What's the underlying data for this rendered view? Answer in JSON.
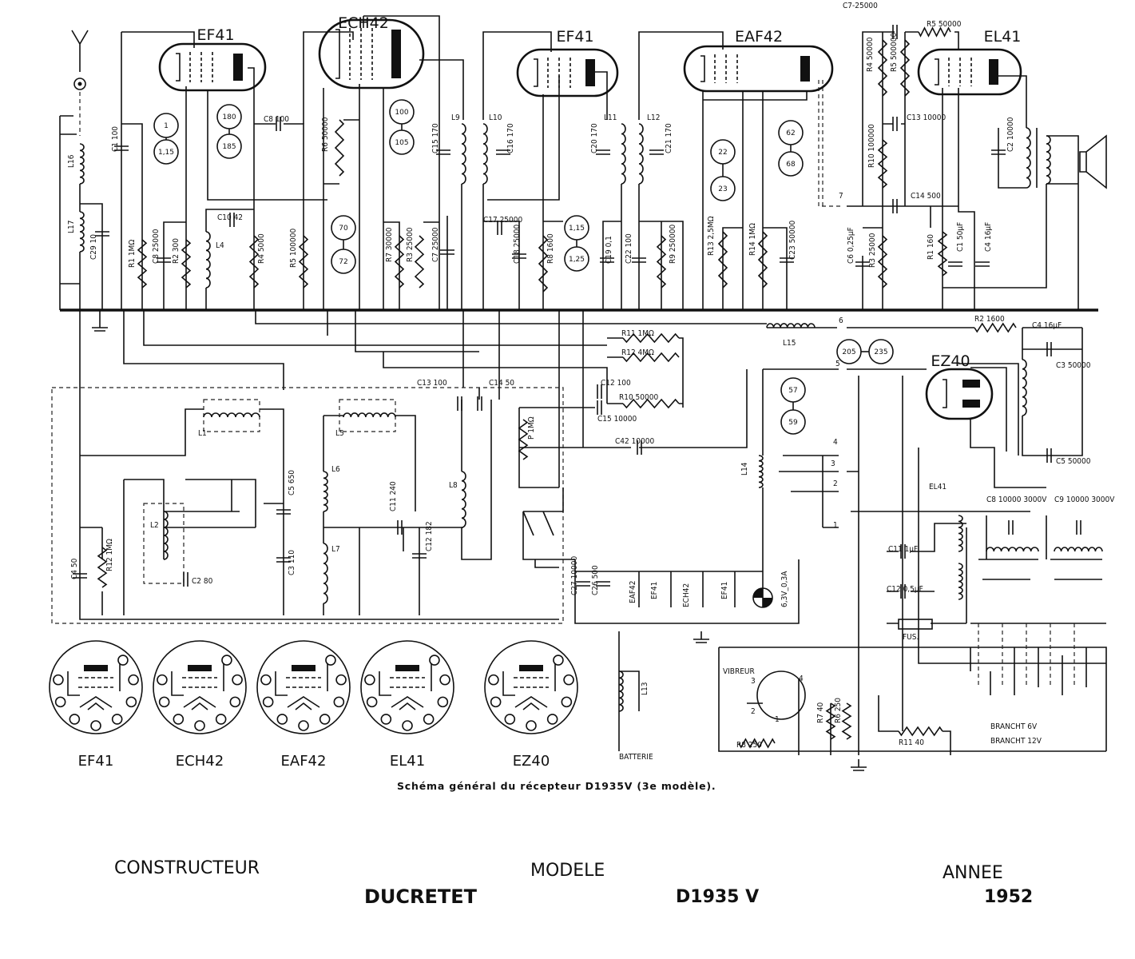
{
  "tubes": {
    "v1": "EF41",
    "v2": "ECH42",
    "v3": "EF41",
    "v4": "EAF42",
    "v5": "EL41",
    "v6": "EZ40"
  },
  "voltages": [
    "1",
    "1,15",
    "180",
    "185",
    "100",
    "105",
    "70",
    "72",
    "1,15",
    "1,25",
    "22",
    "23",
    "62",
    "68",
    "205",
    "235",
    "57",
    "59"
  ],
  "components": {
    "C1": "C1 100",
    "C29": "C29 10",
    "L16": "L16",
    "L17": "L17",
    "R1": "R1 1MΩ",
    "C8a": "C8 25000",
    "R2": "R2 300",
    "C10": "C10 42",
    "L4": "L4",
    "R4": "R4 5000",
    "C8b": "C8 100",
    "R5": "R5 100000",
    "R6": "R6 50000",
    "R7": "R7 30000",
    "R3": "R3 25000",
    "C7": "C7 25000",
    "L9": "L9",
    "L10": "L10",
    "C15": "C15 170",
    "C16": "C16 170",
    "C17": "C17 25000",
    "C18": "C18 25000",
    "R8": "R8 1600",
    "L11": "L11",
    "L12": "L12",
    "C20": "C20 170",
    "C21": "C21 170",
    "C19": "C19 0,1",
    "C22": "C22 100",
    "R9": "R9 250000",
    "R13": "R13 2,5MΩ",
    "R14": "R14 1MΩ",
    "C23": "C23 50000",
    "C7b": "C7-25000",
    "R5b": "R5 50000",
    "R4b": "R4 50000",
    "R5c": "R5 500000",
    "C13": "C13 10000",
    "R10": "R10 100000",
    "C14": "C14 500",
    "C6": "C6 0,25µF",
    "R3b": "R3 25000",
    "R1b": "R1 160",
    "C1b": "C1 50µF",
    "C4b": "C4 16µF",
    "C2": "C2 10000",
    "n7": "7",
    "L15": "L15",
    "n6": "6",
    "n5": "5",
    "R11": "R11 1MΩ",
    "R12": "R12 4MΩ",
    "R10b": "R10 50000",
    "C12": "C12 100",
    "C15b": "C15 10000",
    "C13b": "C13 100",
    "C14b": "C14 50",
    "P": "P 1MΩ",
    "C42": "C42 10000",
    "R2b": "R2 1600",
    "C4": "C4 16µF",
    "C3": "C3 50000",
    "C5": "C5 50000",
    "EL41c": "EL41",
    "n4": "4",
    "n3": "3",
    "n2": "2",
    "n1": "1",
    "L14": "L14",
    "L1": "L1",
    "L5": "L5",
    "L6": "L6",
    "L7": "L7",
    "L8": "L8",
    "L2": "L2",
    "C5a": "C5 650",
    "C3a": "C3 110",
    "C2a": "C2 80",
    "C11": "C11 240",
    "C12a": "C12 182",
    "C4a": "C4 50",
    "R12a": "R12 1MΩ",
    "C27": "C27 10000",
    "C26": "C26 500",
    "H1": "EAF42",
    "H2": "EF41",
    "H3": "ECH42",
    "H4": "EF41",
    "PL": "6,3V_0,3A",
    "L13": "L13",
    "BAT": "BATTERIE",
    "VIB": "VIBREUR",
    "vp3": "3",
    "vp4": "4",
    "vp2": "2",
    "vp1": "1",
    "R7c": "R7 40",
    "R6c": "R6 250",
    "R8c": "R8 250",
    "R11c": "R11 40",
    "C8c": "C8 10000 3000V",
    "C9": "C9 10000 3000V",
    "C11c": "C11 1µF",
    "C12c": "C12 0,5µF",
    "FUS": "FUS.",
    "BR6": "BRANCHT 6V",
    "BR12": "BRANCHT 12V"
  },
  "bases": [
    "EF41",
    "ECH42",
    "EAF42",
    "EL41",
    "EZ40"
  ],
  "caption": "Schéma général du récepteur D1935V (3e modèle).",
  "footer": {
    "constructeur_label": "CONSTRUCTEUR",
    "constructeur": "DUCRETET",
    "modele_label": "MODELE",
    "modele": "D1935 V",
    "annee_label": "ANNEE",
    "annee": "1952"
  }
}
